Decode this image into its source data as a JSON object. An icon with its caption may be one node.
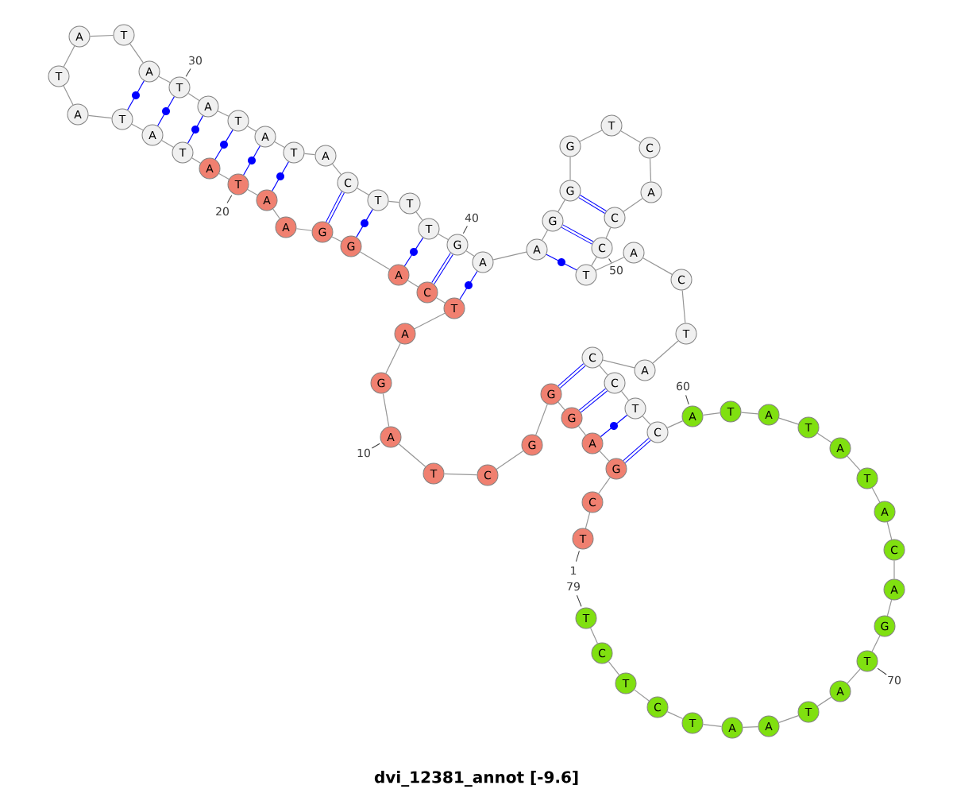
{
  "diagram": {
    "title": "dvi_12381_annot [-9.6]",
    "nodes": [
      {
        "text": [
          "T"
        ],
        "beside": [
          "1"
        ]
      },
      {
        "text": [
          "C"
        ]
      },
      {
        "text": [
          "G"
        ]
      },
      {
        "text": [
          "A"
        ]
      },
      {
        "text": [
          "G"
        ]
      },
      {
        "text": [
          "G"
        ]
      },
      {
        "text": [
          "G"
        ]
      },
      {
        "text": [
          "C"
        ]
      },
      {
        "text": [
          "T"
        ]
      },
      {
        "text": [
          "A"
        ],
        "beside": [
          "10"
        ]
      },
      {
        "text": [
          "G"
        ]
      },
      {
        "text": [
          "A"
        ]
      },
      {
        "text": [
          "T"
        ]
      },
      {
        "text": [
          "C"
        ]
      },
      {
        "text": [
          "A"
        ]
      },
      {
        "text": [
          "G"
        ]
      },
      {
        "text": [
          "G"
        ]
      },
      {
        "text": [
          "A"
        ]
      },
      {
        "text": [
          "A"
        ]
      },
      {
        "text": [
          "T"
        ],
        "beside": [
          "20"
        ]
      },
      {
        "text": [
          "A"
        ]
      },
      {
        "text": [
          "T"
        ]
      },
      {
        "text": [
          "A"
        ]
      },
      {
        "text": [
          "T"
        ]
      },
      {
        "text": [
          "A"
        ]
      },
      {
        "text": [
          "T"
        ]
      },
      {
        "text": [
          "A"
        ]
      },
      {
        "text": [
          "T"
        ]
      },
      {
        "text": [
          "A"
        ]
      },
      {
        "text": [
          "T"
        ],
        "beside": [
          "30"
        ]
      },
      {
        "text": [
          "A"
        ]
      },
      {
        "text": [
          "T"
        ]
      },
      {
        "text": [
          "A"
        ]
      },
      {
        "text": [
          "T"
        ]
      },
      {
        "text": [
          "A"
        ]
      },
      {
        "text": [
          "C"
        ]
      },
      {
        "text": [
          "T"
        ]
      },
      {
        "text": [
          "T"
        ]
      },
      {
        "text": [
          "T"
        ]
      },
      {
        "text": [
          "G"
        ],
        "beside": [
          "40"
        ]
      },
      {
        "text": [
          "A"
        ]
      },
      {
        "text": [
          "A"
        ]
      },
      {
        "text": [
          "G"
        ]
      },
      {
        "text": [
          "G"
        ]
      },
      {
        "text": [
          "G"
        ]
      },
      {
        "text": [
          "T"
        ]
      },
      {
        "text": [
          "C"
        ]
      },
      {
        "text": [
          "A"
        ]
      },
      {
        "text": [
          "C"
        ]
      },
      {
        "text": [
          "C"
        ],
        "beside": [
          "50"
        ]
      },
      {
        "text": [
          "T"
        ]
      },
      {
        "text": [
          "A"
        ]
      },
      {
        "text": [
          "C"
        ]
      },
      {
        "text": [
          "T"
        ]
      },
      {
        "text": [
          "A"
        ]
      },
      {
        "text": [
          "C"
        ]
      },
      {
        "text": [
          "C"
        ]
      },
      {
        "text": [
          "T"
        ]
      },
      {
        "text": [
          "C"
        ]
      },
      {
        "text": [
          "A"
        ],
        "beside": [
          "60"
        ]
      },
      {
        "text": [
          "T"
        ]
      },
      {
        "text": [
          "A"
        ]
      },
      {
        "text": [
          "T"
        ]
      },
      {
        "text": [
          "A"
        ]
      },
      {
        "text": [
          "T"
        ]
      },
      {
        "text": [
          "A"
        ]
      },
      {
        "text": [
          "C"
        ]
      },
      {
        "text": [
          "A"
        ]
      },
      {
        "text": [
          "G"
        ]
      },
      {
        "text": [
          "T"
        ],
        "beside": [
          "70"
        ]
      },
      {
        "text": [
          "A"
        ]
      },
      {
        "text": [
          "T"
        ]
      },
      {
        "text": [
          "A"
        ]
      },
      {
        "text": [
          "A"
        ]
      },
      {
        "text": [
          "T"
        ]
      },
      {
        "text": [
          "C"
        ]
      },
      {
        "text": [
          "T"
        ]
      },
      {
        "text": [
          "C"
        ]
      },
      {
        "text": [
          "T"
        ],
        "beside": [
          "79"
        ]
      }
    ],
    "edges": [
      {
        "from": 0,
        "to": 1,
        "arrow": "none"
      },
      {
        "from": 1,
        "to": 2,
        "arrow": "none"
      },
      {
        "from": 2,
        "to": 3,
        "arrow": "none"
      },
      {
        "from": 3,
        "to": 4,
        "arrow": "none"
      },
      {
        "from": 4,
        "to": 5,
        "arrow": "none"
      },
      {
        "from": 5,
        "to": 6,
        "arrow": "none"
      },
      {
        "from": 6,
        "to": 7,
        "arrow": "none"
      },
      {
        "from": 7,
        "to": 8,
        "arrow": "none"
      },
      {
        "from": 8,
        "to": 9,
        "arrow": "none"
      },
      {
        "from": 9,
        "to": 10,
        "arrow": "none"
      },
      {
        "from": 10,
        "to": 11,
        "arrow": "none"
      },
      {
        "from": 11,
        "to": 12,
        "arrow": "none"
      },
      {
        "from": 12,
        "to": 13,
        "arrow": "none"
      },
      {
        "from": 13,
        "to": 14,
        "arrow": "none"
      },
      {
        "from": 14,
        "to": 15,
        "arrow": "none"
      },
      {
        "from": 15,
        "to": 16,
        "arrow": "none"
      },
      {
        "from": 16,
        "to": 17,
        "arrow": "none"
      },
      {
        "from": 17,
        "to": 18,
        "arrow": "none"
      },
      {
        "from": 18,
        "to": 19,
        "arrow": "none"
      },
      {
        "from": 19,
        "to": 20,
        "arrow": "none"
      },
      {
        "from": 20,
        "to": 21,
        "arrow": "none"
      },
      {
        "from": 21,
        "to": 22,
        "arrow": "none"
      },
      {
        "from": 22,
        "to": 23,
        "arrow": "none"
      },
      {
        "from": 23,
        "to": 24,
        "arrow": "none"
      },
      {
        "from": 24,
        "to": 25,
        "arrow": "none"
      },
      {
        "from": 25,
        "to": 26,
        "arrow": "none"
      },
      {
        "from": 26,
        "to": 27,
        "arrow": "none"
      },
      {
        "from": 27,
        "to": 28,
        "arrow": "none"
      },
      {
        "from": 28,
        "to": 29,
        "arrow": "none"
      },
      {
        "from": 29,
        "to": 30,
        "arrow": "none"
      },
      {
        "from": 30,
        "to": 31,
        "arrow": "none"
      },
      {
        "from": 31,
        "to": 32,
        "arrow": "none"
      },
      {
        "from": 32,
        "to": 33,
        "arrow": "none"
      },
      {
        "from": 33,
        "to": 34,
        "arrow": "none"
      },
      {
        "from": 34,
        "to": 35,
        "arrow": "none"
      },
      {
        "from": 35,
        "to": 36,
        "arrow": "none"
      },
      {
        "from": 36,
        "to": 37,
        "arrow": "none"
      },
      {
        "from": 37,
        "to": 38,
        "arrow": "none"
      },
      {
        "from": 38,
        "to": 39,
        "arrow": "none"
      },
      {
        "from": 39,
        "to": 40,
        "arrow": "none"
      },
      {
        "from": 40,
        "to": 41,
        "arrow": "none"
      },
      {
        "from": 41,
        "to": 42,
        "arrow": "none"
      },
      {
        "from": 42,
        "to": 43,
        "arrow": "none"
      },
      {
        "from": 43,
        "to": 44,
        "arrow": "none"
      },
      {
        "from": 44,
        "to": 45,
        "arrow": "none"
      },
      {
        "from": 45,
        "to": 46,
        "arrow": "none"
      },
      {
        "from": 46,
        "to": 47,
        "arrow": "none"
      },
      {
        "from": 47,
        "to": 48,
        "arrow": "none"
      },
      {
        "from": 48,
        "to": 49,
        "arrow": "none"
      },
      {
        "from": 49,
        "to": 50,
        "arrow": "none"
      },
      {
        "from": 50,
        "to": 51,
        "arrow": "none"
      },
      {
        "from": 51,
        "to": 52,
        "arrow": "none"
      },
      {
        "from": 52,
        "to": 53,
        "arrow": "none"
      },
      {
        "from": 53,
        "to": 54,
        "arrow": "none"
      },
      {
        "from": 54,
        "to": 55,
        "arrow": "none"
      },
      {
        "from": 55,
        "to": 56,
        "arrow": "none"
      },
      {
        "from": 56,
        "to": 57,
        "arrow": "none"
      },
      {
        "from": 57,
        "to": 58,
        "arrow": "none"
      },
      {
        "from": 58,
        "to": 59,
        "arrow": "none"
      },
      {
        "from": 59,
        "to": 60,
        "arrow": "none"
      },
      {
        "from": 60,
        "to": 61,
        "arrow": "none"
      },
      {
        "from": 61,
        "to": 62,
        "arrow": "none"
      },
      {
        "from": 62,
        "to": 63,
        "arrow": "none"
      },
      {
        "from": 63,
        "to": 64,
        "arrow": "none"
      },
      {
        "from": 64,
        "to": 65,
        "arrow": "none"
      },
      {
        "from": 65,
        "to": 66,
        "arrow": "none"
      },
      {
        "from": 66,
        "to": 67,
        "arrow": "none"
      },
      {
        "from": 67,
        "to": 68,
        "arrow": "none"
      },
      {
        "from": 68,
        "to": 69,
        "arrow": "none"
      },
      {
        "from": 69,
        "to": 70,
        "arrow": "none"
      },
      {
        "from": 70,
        "to": 71,
        "arrow": "none"
      },
      {
        "from": 71,
        "to": 72,
        "arrow": "none"
      },
      {
        "from": 72,
        "to": 73,
        "arrow": "none"
      },
      {
        "from": 73,
        "to": 74,
        "arrow": "none"
      },
      {
        "from": 74,
        "to": 75,
        "arrow": "none"
      },
      {
        "from": 75,
        "to": 76,
        "arrow": "none"
      },
      {
        "from": 76,
        "to": 77,
        "arrow": "none"
      },
      {
        "from": 77,
        "to": 78,
        "arrow": "none"
      },
      {
        "from": 23,
        "to": 28,
        "arrow": "none",
        "color": "#0000ff"
      },
      {
        "from": 22,
        "to": 29,
        "arrow": "none",
        "color": "#0000ff"
      },
      {
        "from": 21,
        "to": 30,
        "arrow": "none",
        "color": "#0000ff"
      },
      {
        "from": 20,
        "to": 31,
        "arrow": "none",
        "color": "#0000ff"
      },
      {
        "from": 19,
        "to": 32,
        "arrow": "none",
        "color": "#0000ff"
      },
      {
        "from": 18,
        "to": 33,
        "arrow": "none",
        "color": "#0000ff"
      },
      {
        "from": 16,
        "to": 35,
        "arrow": "none",
        "color": "#0000ff",
        "style": "thick"
      },
      {
        "from": 15,
        "to": 36,
        "arrow": "none",
        "color": "#0000ff"
      },
      {
        "from": 14,
        "to": 38,
        "arrow": "none",
        "color": "#0000ff"
      },
      {
        "from": 13,
        "to": 39,
        "arrow": "none",
        "color": "#0000ff",
        "style": "thick"
      },
      {
        "from": 12,
        "to": 40,
        "arrow": "none",
        "color": "#0000ff"
      },
      {
        "from": 43,
        "to": 48,
        "arrow": "none",
        "color": "#0000ff",
        "style": "thick"
      },
      {
        "from": 42,
        "to": 49,
        "arrow": "none",
        "color": "#0000ff",
        "style": "thick"
      },
      {
        "from": 41,
        "to": 50,
        "arrow": "none",
        "color": "#0000ff"
      },
      {
        "from": 5,
        "to": 55,
        "arrow": "none",
        "color": "#0000ff",
        "style": "thick"
      },
      {
        "from": 4,
        "to": 56,
        "arrow": "none",
        "color": "#0000ff",
        "style": "thick"
      },
      {
        "from": 3,
        "to": 57,
        "arrow": "none",
        "color": "#0000ff"
      },
      {
        "from": 2,
        "to": 58,
        "arrow": "none",
        "color": "#0000ff",
        "style": "thick"
      }
    ]
  }
}
